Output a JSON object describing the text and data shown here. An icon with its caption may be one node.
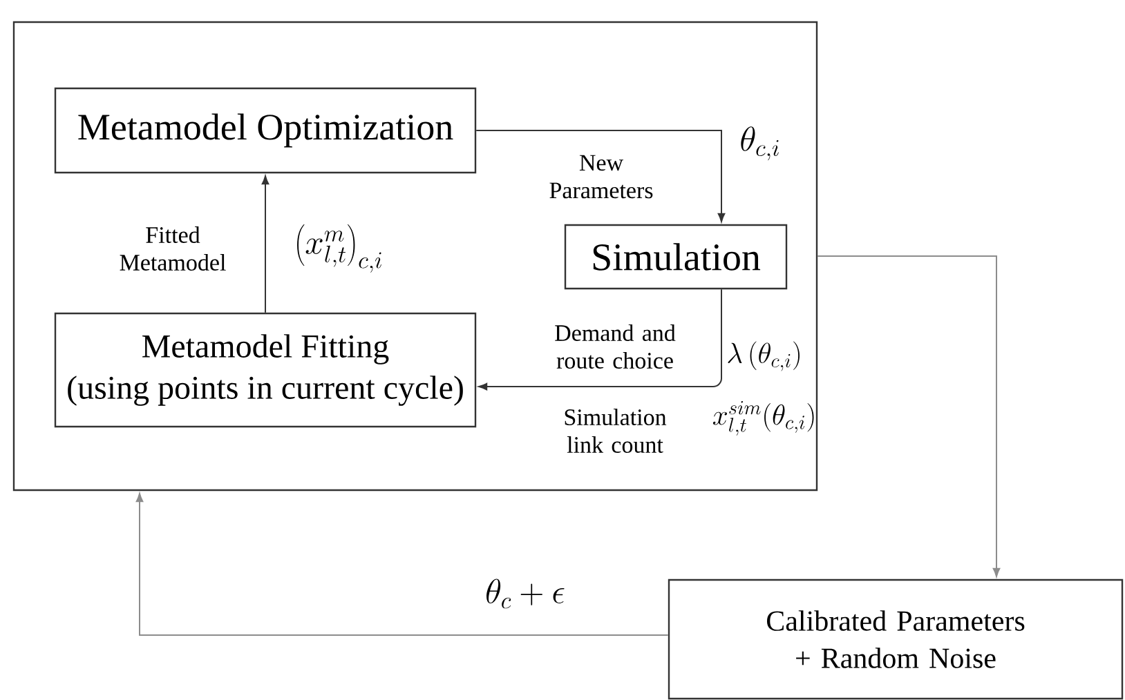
{
  "diagram": {
    "nodes": [
      {
        "text": [],
        "shape": "box"
      },
      {
        "text": [
          "Metamodel Optimization"
        ],
        "in": 0
      },
      {
        "text": [
          "Simulation"
        ],
        "in": 0
      },
      {
        "text": [
          "Metamodel Fitting",
          "(using points in current cycle)"
        ],
        "in": 0
      },
      {
        "text": [
          "Calibrated Parameters + Random Noise"
        ]
      }
    ],
    "edges": [
      {
        "from": 1,
        "to": 2,
        "arrow": "to",
        "label": "New Parameters"
      },
      {
        "from": 2,
        "to": 3,
        "arrow": "to",
        "label": "Demand and route choice"
      },
      {
        "from": 3,
        "to": 1,
        "arrow": "to",
        "label": "Fitted Metamodel"
      },
      {
        "from": 0,
        "to": 4,
        "arrow": "to",
        "color": "#8c8c8c"
      },
      {
        "from": 4,
        "to": 0,
        "arrow": "to",
        "color": "#8c8c8c"
      }
    ],
    "labels": [
      "\\theta_{c,i}",
      "\\left(x^{m}_{l,t}\\right)_{c,i}",
      "\\lambda\\left(\\theta_{c,i}\\right)",
      "Simulation link count",
      "x^{sim}_{l,t}(\\theta_{c,i})",
      "\\theta_c + \\epsilon"
    ]
  }
}
